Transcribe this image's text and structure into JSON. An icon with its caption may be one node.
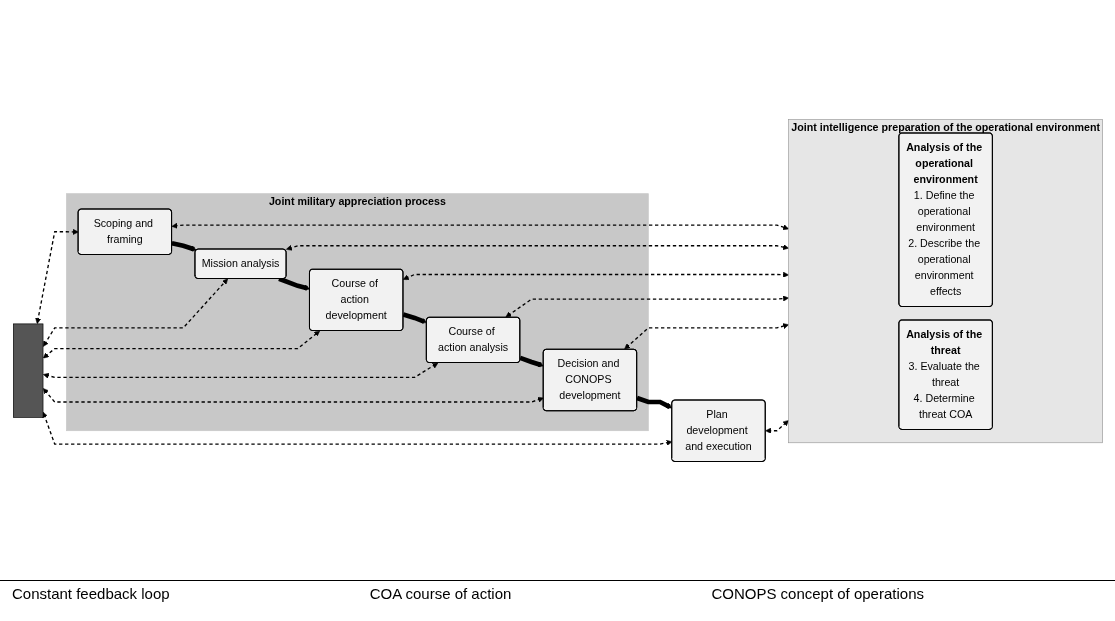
{
  "diagram": {
    "nodes": [
      {
        "text": [
          "Joint military appreciation process"
        ]
      },
      {
        "text": [
          "Scoping and framing"
        ],
        "in": 0
      },
      {
        "text": [
          "Mission analysis"
        ],
        "in": 0
      },
      {
        "text": [
          "Course of action development"
        ],
        "in": 0
      },
      {
        "text": [
          "Course of action analysis"
        ],
        "in": 0
      },
      {
        "text": [
          "Decision and CONOPS development"
        ],
        "in": 0
      },
      {
        "text": [
          "Plan development and execution"
        ]
      },
      {
        "text": [
          "Joint intelligence preparation of the operational environment"
        ]
      },
      {
        "text": [
          "Analysis of the operational environment",
          "1. Define the operational environment",
          "2. Describe the operational environment effects"
        ],
        "in": 7
      },
      {
        "text": [
          "Analysis of the threat",
          "3. Evaluate the threat",
          "4. Determine threat COA"
        ],
        "in": 7
      },
      {
        "text": [],
        "shape": "bar"
      }
    ],
    "edges": [
      {
        "from": 1,
        "to": 2,
        "arrow": "to",
        "style": "thick"
      },
      {
        "from": 2,
        "to": 3,
        "arrow": "to",
        "style": "thick"
      },
      {
        "from": 3,
        "to": 4,
        "arrow": "to",
        "style": "thick"
      },
      {
        "from": 4,
        "to": 5,
        "arrow": "to",
        "style": "thick"
      },
      {
        "from": 5,
        "to": 6,
        "arrow": "to",
        "style": "thick"
      },
      {
        "from": 1,
        "to": 10,
        "arrow": "both",
        "style": "dashed"
      },
      {
        "from": 2,
        "to": 10,
        "arrow": "both",
        "style": "dashed"
      },
      {
        "from": 3,
        "to": 10,
        "arrow": "both",
        "style": "dashed"
      },
      {
        "from": 4,
        "to": 10,
        "arrow": "both",
        "style": "dashed"
      },
      {
        "from": 5,
        "to": 10,
        "arrow": "both",
        "style": "dashed"
      },
      {
        "from": 6,
        "to": 10,
        "arrow": "both",
        "style": "dashed"
      },
      {
        "from": 1,
        "to": 7,
        "arrow": "both",
        "style": "dashed"
      },
      {
        "from": 2,
        "to": 7,
        "arrow": "both",
        "style": "dashed"
      },
      {
        "from": 3,
        "to": 7,
        "arrow": "both",
        "style": "dashed"
      },
      {
        "from": 4,
        "to": 7,
        "arrow": "both",
        "style": "dashed"
      },
      {
        "from": 5,
        "to": 7,
        "arrow": "both",
        "style": "dashed"
      },
      {
        "from": 6,
        "to": 7,
        "arrow": "both",
        "style": "dashed"
      }
    ],
    "labels": [
      "Constant feedback loop",
      "COA course of action",
      "CONOPS concept of operations"
    ]
  }
}
